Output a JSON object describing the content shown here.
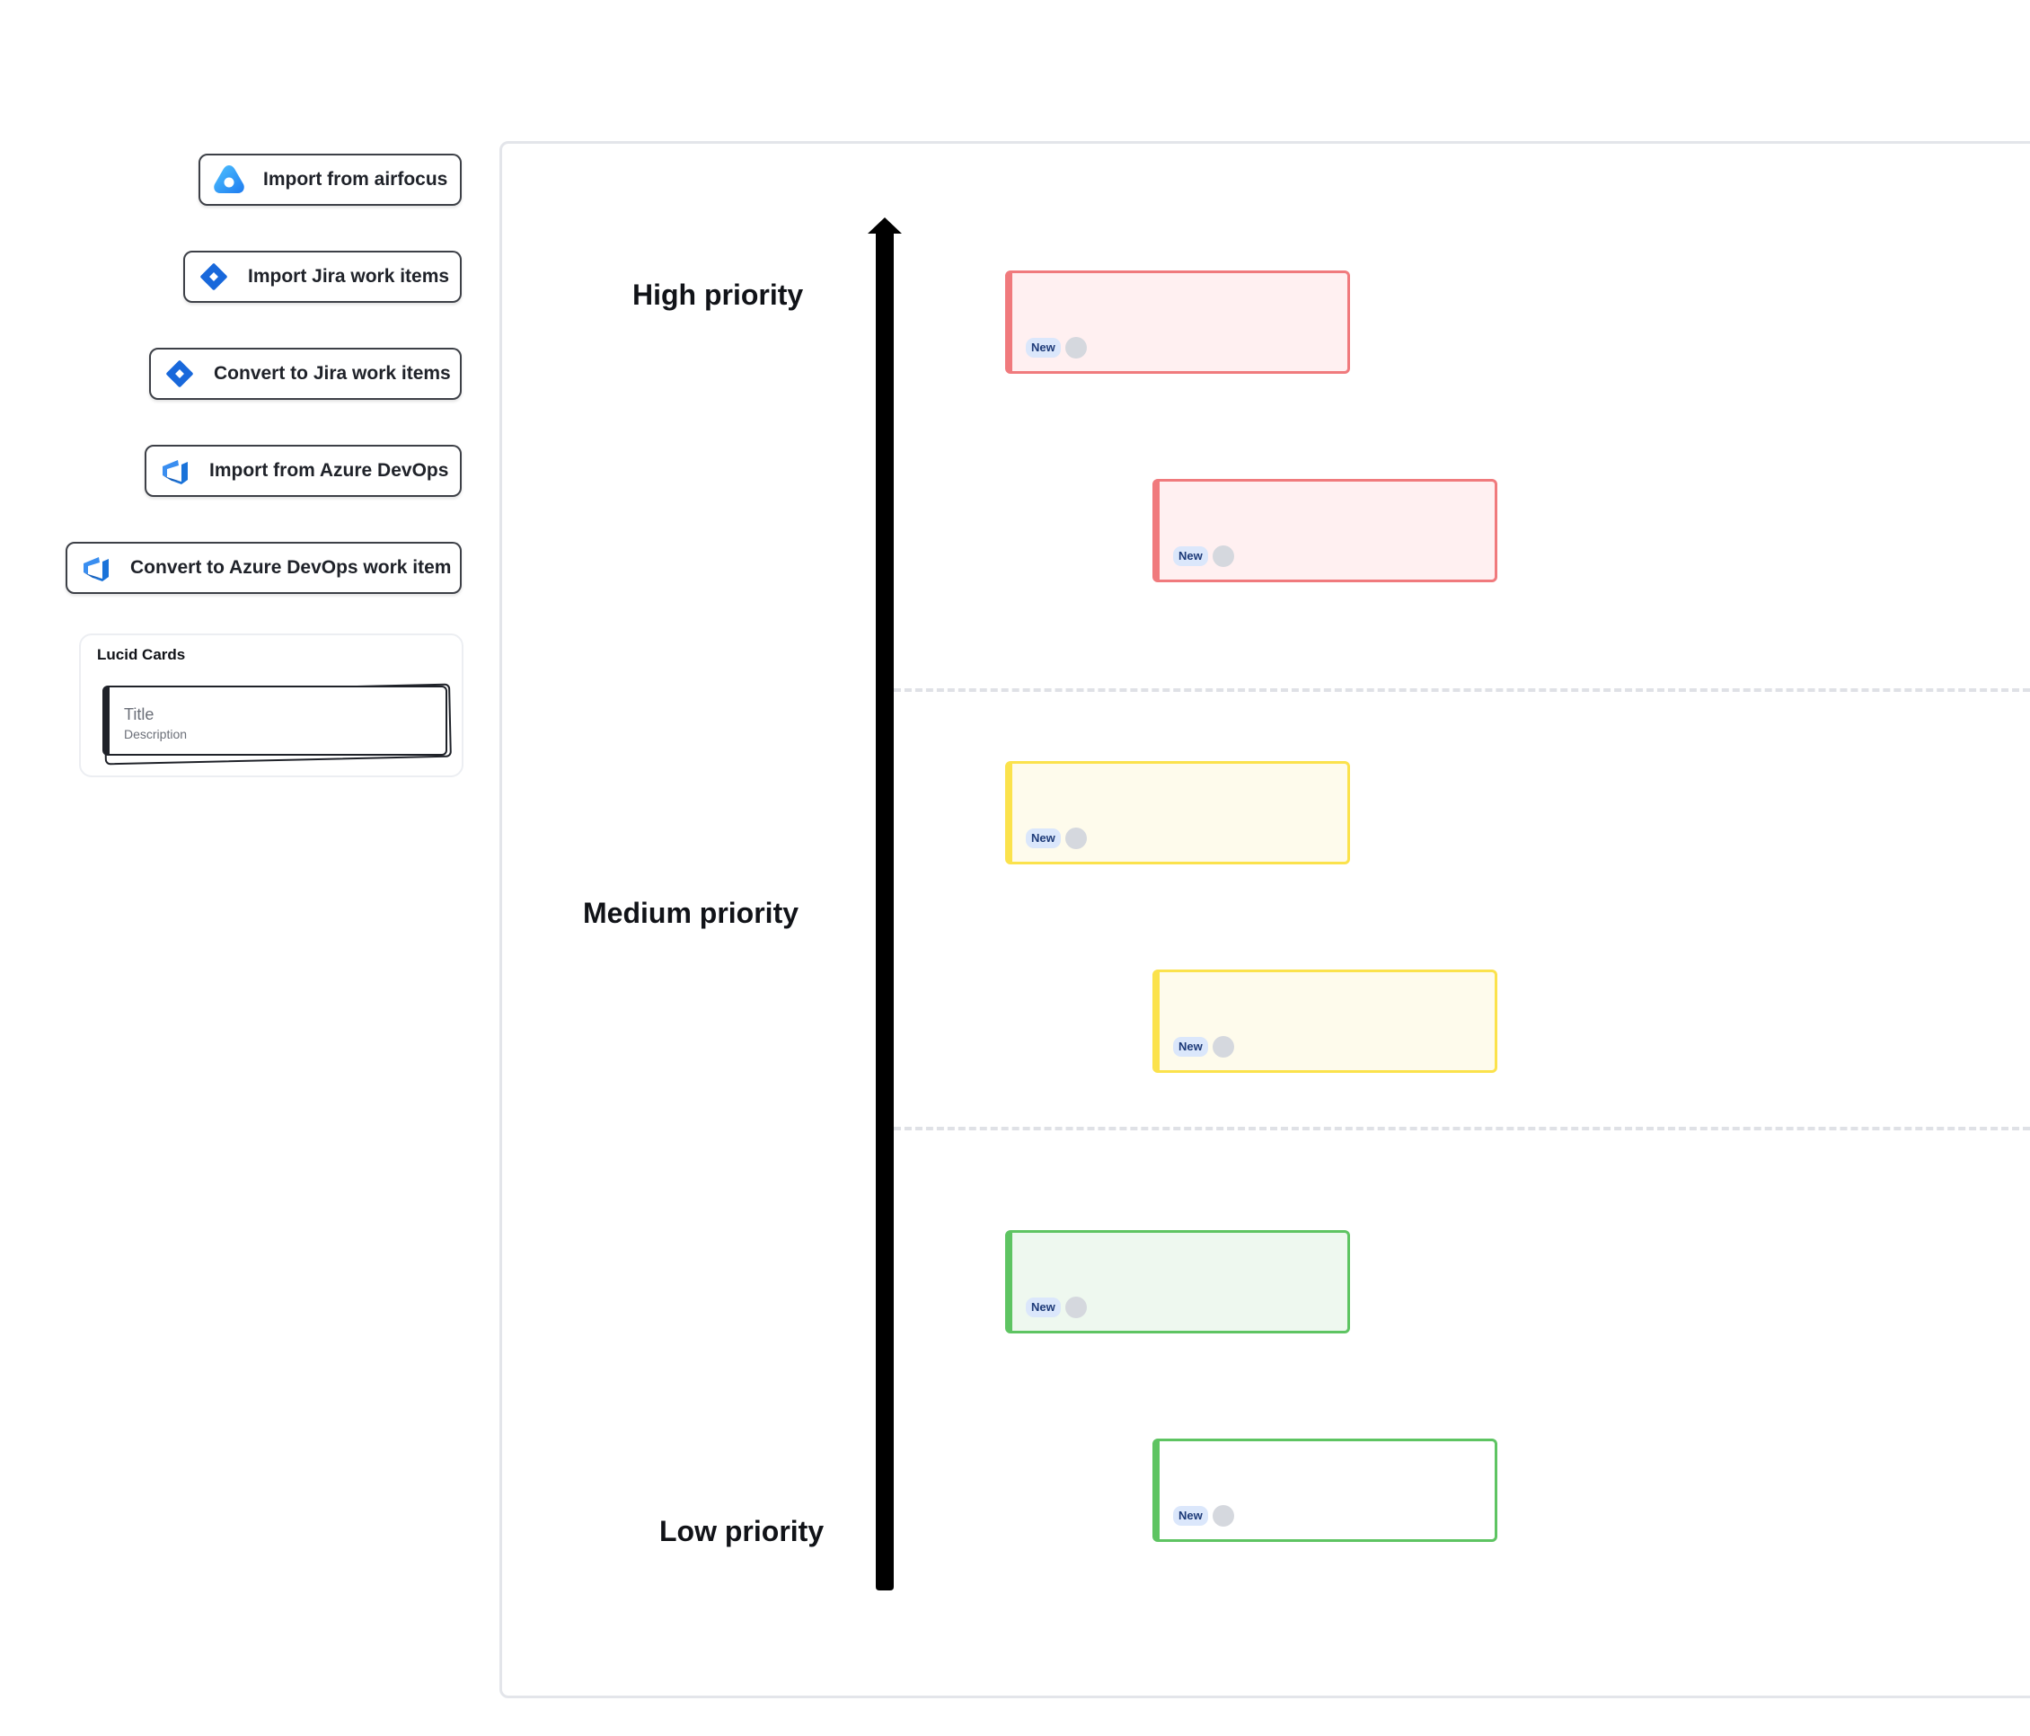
{
  "toolbar": {
    "buttons": [
      {
        "label": "Import from airfocus",
        "icon": "airfocus-icon"
      },
      {
        "label": "Import Jira work items",
        "icon": "jira-icon"
      },
      {
        "label": "Convert to Jira work items",
        "icon": "jira-icon"
      },
      {
        "label": "Import from Azure DevOps",
        "icon": "azure-devops-icon"
      },
      {
        "label": "Convert to Azure DevOps work item",
        "icon": "azure-devops-icon"
      }
    ]
  },
  "lucid_cards": {
    "title": "Lucid Cards",
    "card_title": "Title",
    "card_description": "Description"
  },
  "board": {
    "priorities": {
      "high": "High priority",
      "medium": "Medium priority",
      "low": "Low priority"
    },
    "cards": [
      {
        "priority": "high",
        "status": "New"
      },
      {
        "priority": "high",
        "status": "New"
      },
      {
        "priority": "medium",
        "status": "New"
      },
      {
        "priority": "medium",
        "status": "New"
      },
      {
        "priority": "low",
        "status": "New"
      },
      {
        "priority": "low",
        "status": "New"
      }
    ]
  },
  "colors": {
    "high": "#f07a7d",
    "high_fill": "#fff0f1",
    "medium": "#fbe24c",
    "medium_fill": "#fefbec",
    "low": "#5ec462",
    "low_fill": "#eef8ef",
    "badge": "#dbe7fb"
  }
}
